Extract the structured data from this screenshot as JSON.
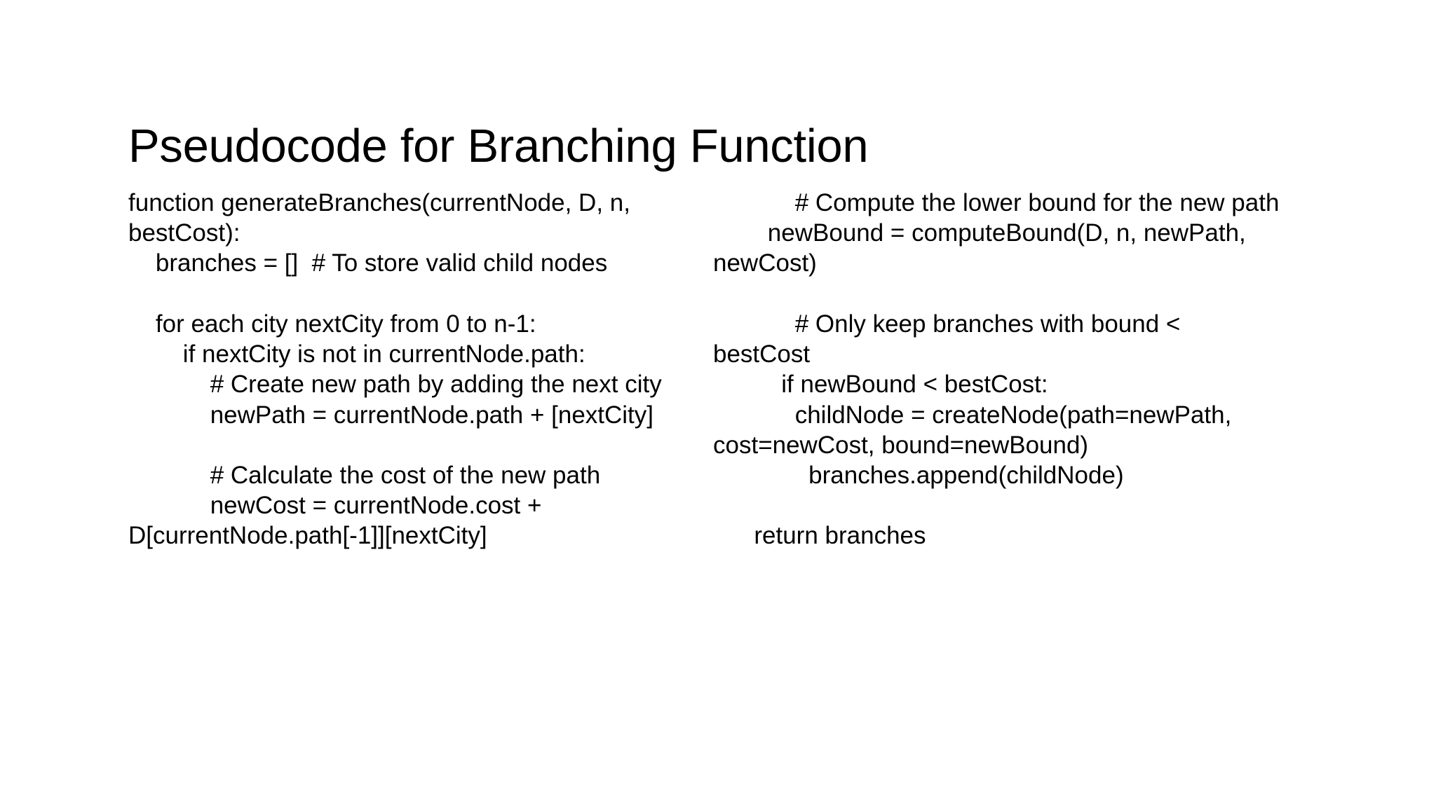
{
  "slide": {
    "background_color": "#ffffff",
    "text_color": "#000000",
    "title": "Pseudocode for Branching Function"
  },
  "body": {
    "left_column": [
      {
        "text": "function generateBranches(currentNode, D, n, bestCost):"
      },
      {
        "text": "    branches = []  # To store valid child nodes"
      },
      {
        "text": ""
      },
      {
        "text": "    for each city nextCity from 0 to n-1:"
      },
      {
        "text": "        if nextCity is not in currentNode.path:"
      },
      {
        "text": "            # Create new path by adding the next city"
      },
      {
        "text": "            newPath = currentNode.path + [nextCity]"
      },
      {
        "text": ""
      },
      {
        "text": "            # Calculate the cost of the new path"
      },
      {
        "text": "            newCost = currentNode.cost + D[currentNode.path[-1]][nextCity]"
      }
    ],
    "right_column": [
      {
        "text": "            # Compute the lower bound for the new path"
      },
      {
        "text": "        newBound = computeBound(D, n, newPath, newCost)"
      },
      {
        "text": ""
      },
      {
        "text": "            # Only keep branches with bound < bestCost"
      },
      {
        "text": "          if newBound < bestCost:"
      },
      {
        "text": "            childNode = createNode(path=newPath, cost=newCost, bound=newBound)"
      },
      {
        "text": "              branches.append(childNode)"
      },
      {
        "text": ""
      },
      {
        "text": "      return branches"
      }
    ]
  }
}
